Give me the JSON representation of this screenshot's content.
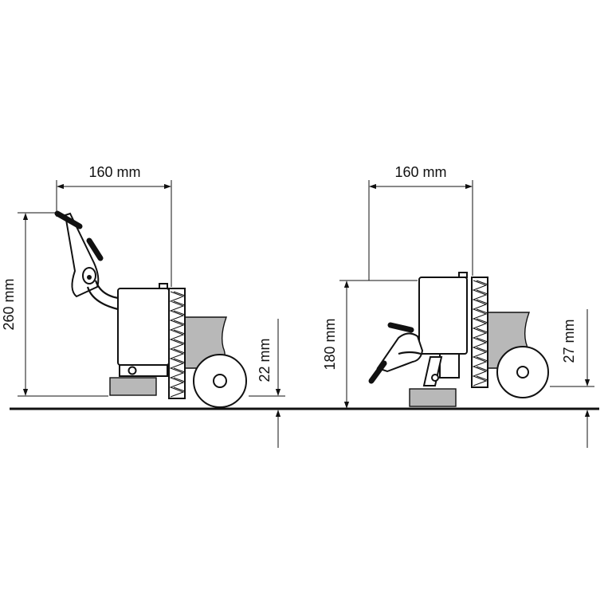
{
  "colors": {
    "ink": "#111111",
    "shade": "#b8b8b8",
    "background": "#ffffff"
  },
  "left_view": {
    "width_label": "160 mm",
    "height_label": "260 mm",
    "gap_label": "22 mm"
  },
  "right_view": {
    "width_label": "160 mm",
    "height_label": "180 mm",
    "gap_label": "27 mm"
  }
}
